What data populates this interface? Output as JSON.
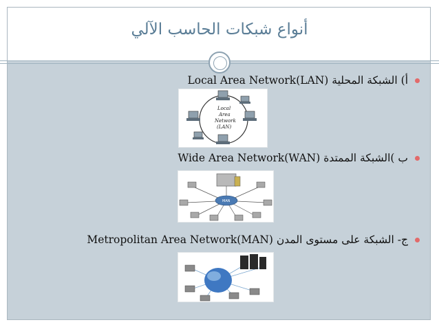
{
  "slide": {
    "title": "أنواع شبكات الحاسب الآلي"
  },
  "bullets": [
    {
      "text": "أ) الشبكة المحلية Local Area Network(LAN)"
    },
    {
      "text": "ب )الشبكة الممتدة Wide Area Network(WAN)"
    },
    {
      "text": "ج- الشبكة على مستوى المدن Metropolitan Area Network(MAN)"
    }
  ],
  "diagrams": {
    "lan": {
      "label_lines": [
        "Local",
        "Area",
        "Network",
        "(LAN)"
      ]
    },
    "wan": {
      "center_label": "MAN"
    }
  },
  "colors": {
    "background": "#c6d1d9",
    "title": "#5a7d96",
    "bullet": "#e26a6a",
    "rule": "#9fb2bf"
  },
  "icons": {
    "bullet": "round-dot",
    "ornament": "double-circle"
  }
}
